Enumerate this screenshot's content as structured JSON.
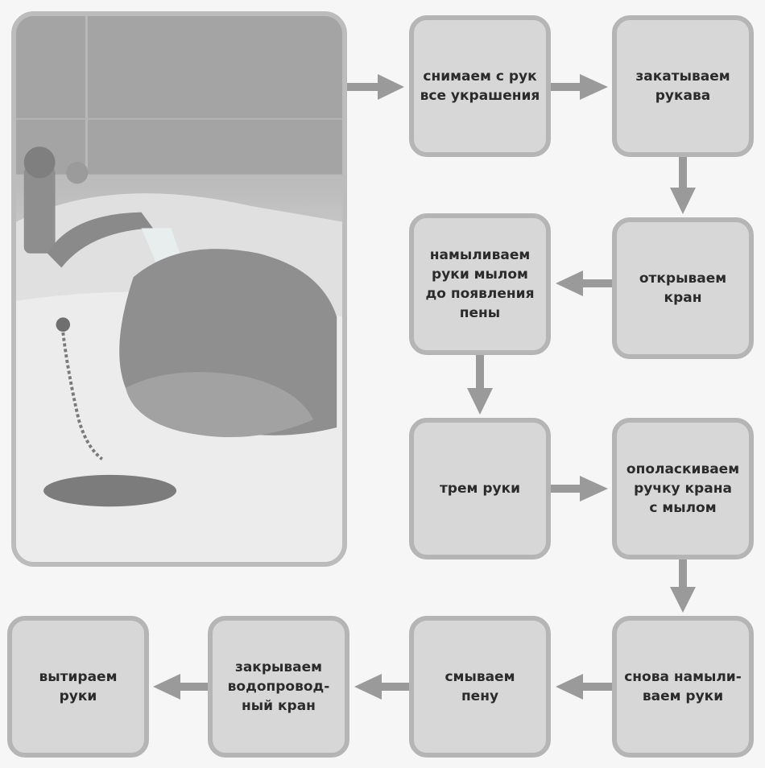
{
  "diagram": {
    "colors": {
      "box_fill": "#d7d7d7",
      "box_border": "#b5b5b5",
      "arrow": "#9a9a9a",
      "text": "#2b2b2b"
    },
    "photo": {
      "subject": "washing-hands-photo"
    },
    "steps": [
      {
        "label": "снимаем с рук\nвсе украшения"
      },
      {
        "label": "закатываем\nрукава"
      },
      {
        "label": "открываем\nкран"
      },
      {
        "label": "намыливаем\nруки мылом\nдо появления\nпены"
      },
      {
        "label": "трем руки"
      },
      {
        "label": "ополаскиваем\nручку крана\nс мылом"
      },
      {
        "label": "снова намыли-\nваем руки"
      },
      {
        "label": "смываем\nпену"
      },
      {
        "label": "закрываем\nводопровод-\nный кран"
      },
      {
        "label": "вытираем\nруки"
      }
    ]
  }
}
